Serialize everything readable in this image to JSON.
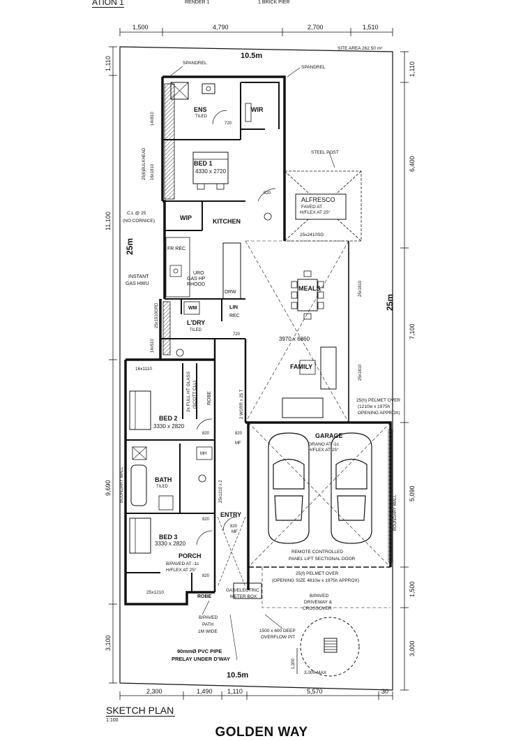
{
  "header": {
    "partial_left": "ATION 1",
    "partial_mid": "RENDER 1",
    "partial_right": "1 BRICK PIER"
  },
  "footer": {
    "sketch_plan": "SKETCH PLAN",
    "scale": "1:100",
    "street": "GOLDEN WAY"
  },
  "site": {
    "width_top": "10.5m",
    "width_bottom": "10.5m",
    "depth_left": "25m",
    "depth_right": "25m",
    "site_area": "SITE AREA 262.50 m²"
  },
  "dims": {
    "top": [
      "1,500",
      "4,790",
      "2,700",
      "1,510"
    ],
    "bottom": [
      "2,300",
      "1,490",
      "1,110",
      "5,570",
      "30"
    ],
    "left": [
      "1,110",
      "11,100",
      "9,690",
      "3,100"
    ],
    "right": [
      "1,110",
      "6,400",
      "7,100",
      "5,090",
      "1,500",
      "3,000"
    ],
    "pit_small": "1,300"
  },
  "rooms": {
    "ens": "ENS",
    "ens_sub": "TILED",
    "wir": "WIR",
    "bed1": "BED 1",
    "bed1_size": "4330 x 2720",
    "wip": "WIP",
    "kitchen": "KITCHEN",
    "alfresco": "ALFRESCO",
    "alfresco_sub1": "FAVED AT",
    "alfresco_sub2": "H/FLEX AT 25°",
    "alfresco_lintel": "25x2410SG",
    "meals": "MEALS",
    "family": "FAMILY",
    "living_size": "3970 x 6860",
    "ldry": "L'DRY",
    "ldry_sub": "TILED",
    "lin": "LIN",
    "wm": "WM",
    "bed2": "BED 2",
    "bed2_size": "3330 x 2820",
    "bath": "BATH",
    "bath_sub": "TILED",
    "bed3": "BED 3",
    "bed3_size": "3330 x 2820",
    "garage": "GARAGE",
    "garage_sub1": "GRANO AT -1c",
    "garage_sub2": "H/FLEX AT 25°",
    "entry": "ENTRY",
    "porch": "PORCH",
    "porch_sub1": "B/PAVED AT -1c",
    "porch_sub2": "H/FLEX AT 25°",
    "robe1": "ROBE",
    "robe2": "ROBE",
    "fr_rec": "FR REC",
    "uro": "URO",
    "gas_hp": "GAS HP",
    "rhood": "RHOOD",
    "drw": "DRW",
    "rec": "REC",
    "mf1": "MF",
    "mf2": "MF",
    "mh": "MH"
  },
  "notes": {
    "spandrel_left": "SPANDREL",
    "spandrel_right": "SPANDREL",
    "steel_post": "STEEL POST",
    "bulkhead": "25(6)BULKHEAD",
    "bulkhead_size": "16x1810",
    "bulkhead_size2": "14x810",
    "no_cornice": "(NO CORNICE)",
    "cl": "C.L @ 25",
    "instant_gas": "INSTANT",
    "gas_hwu": "GAS HWU",
    "opg_left": "25x1510GRD",
    "opg_left2": "14x510",
    "opg_right": "25x1810",
    "opg_right2": "25x1810",
    "pelmet_a": "25(h) PELMET OVER",
    "pelmet_a2": "(1210w x 1975h",
    "pelmet_a3": "OPENING APPROX)",
    "pelmet_b": "25(f) PELMET OVER",
    "pelmet_b2": "(OPENING SIZE 4810w x 1975h APPROX)",
    "remote": "REMOTE CONTROLLED",
    "remote2": "PANEL LIFT SECTIONAL DOOR",
    "driveway": "B/PAVED",
    "driveway2": "DRIVEWAY &",
    "driveway3": "CROSSOVER",
    "path": "B/PAVED",
    "path2": "PATH",
    "path3": "1M WIDE",
    "pipe": "90mmØ PVC PIPE",
    "pipe2": "PRELAY UNDER D'WAY",
    "pit": "1500 x 600 DEEP",
    "pit2": "OVERFLOW PIT",
    "pit_max": "3,000 MAX",
    "gas_meter": "GAS/ELECTRIC",
    "gas_meter2": "METER BOX",
    "bed2_side": "2x FULL HT GLASS",
    "bed2_side2": "(SCOTT CLL)",
    "side_ref": "16x1110",
    "bed3_side": "25x1210",
    "robe_wall": "BOUNDARY WALL",
    "garage_wall": "BOUNDARY WALL",
    "d820a": "820",
    "d820b": "820",
    "d820c": "820",
    "d820d": "820",
    "d720a": "720",
    "d720b": "720",
    "d820e": "820",
    "d820f": "820",
    "door_entry": "820",
    "door_bed3": "820",
    "window_a": "25x1810",
    "window_b": "25x1810",
    "corridor_lbl": "2 WORR x 25 T",
    "entry_lbl": "25x1210 x 2"
  }
}
